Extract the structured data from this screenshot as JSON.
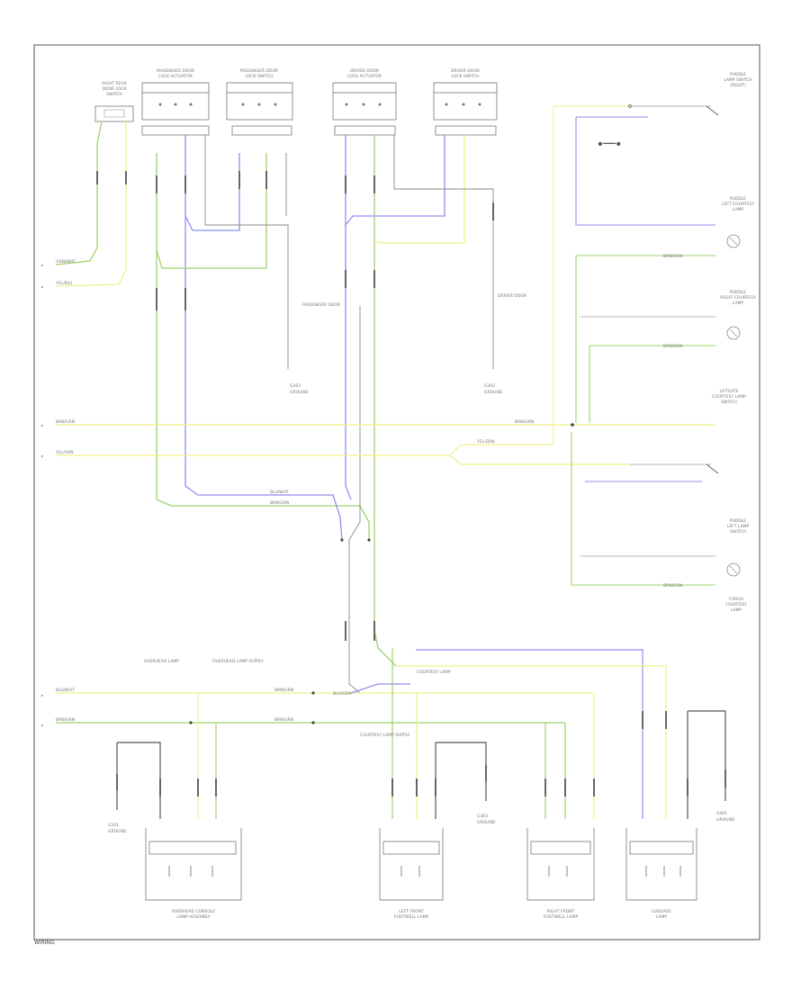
{
  "footer": {
    "code": "WIRING"
  },
  "colors": {
    "green": "#9ed36a",
    "yellow": "#f0f08a",
    "blue": "#8f8ff0",
    "grey": "#8a8a8a",
    "black": "#222222",
    "frame": "#555555"
  },
  "top_components": {
    "c1": {
      "line1": "RIGHT REAR",
      "line2": "DOOR LOCK",
      "line3": "SWITCH"
    },
    "c2": {
      "line1": "PASSENGER DOOR",
      "line2": "LOCK ACTUATOR"
    },
    "c3": {
      "line1": "PASSENGER DOOR",
      "line2": "LOCK SWITCH"
    },
    "c4": {
      "line1": "DRIVER DOOR",
      "line2": "LOCK ACTUATOR"
    },
    "c5": {
      "line1": "DRIVER DOOR",
      "line2": "LOCK SWITCH"
    }
  },
  "right_components": {
    "r1": {
      "line1": "PUDDLE",
      "line2": "LAMP SWITCH",
      "line3": "(RIGHT)"
    },
    "r2": {
      "line1": "PUDDLE",
      "line2": "LEFT COURTESY",
      "line3": "LAMP"
    },
    "r3": {
      "line1": "PUDDLE",
      "line2": "RIGHT COURTESY",
      "line3": "LAMP"
    },
    "r4": {
      "line1": "LIFTGATE",
      "line2": "COURTESY LAMP",
      "line3": "SWITCH"
    },
    "r5": {
      "line1": "PUDDLE",
      "line2": "LEFT LAMP",
      "line3": "SWITCH"
    },
    "r6": {
      "line1": "CARGO",
      "line2": "COURTESY",
      "line3": "LAMP"
    }
  },
  "bottom_components": {
    "b1": {
      "line1": "OVERHEAD CONSOLE",
      "line2": "LAMP ASSEMBLY"
    },
    "b2": {
      "line1": "LEFT FRONT",
      "line2": "FOOTWELL LAMP"
    },
    "b3": {
      "line1": "RIGHT FRONT",
      "line2": "FOOTWELL LAMP"
    },
    "b4": {
      "line1": "LUGGAGE",
      "line2": "LAMP"
    }
  },
  "grounds": {
    "g1": {
      "line1": "G203",
      "line2": "GROUND"
    },
    "g2": {
      "line1": "G302",
      "line2": "GROUND"
    },
    "g3": {
      "line1": "G101",
      "line2": "GROUND"
    },
    "g4": {
      "line1": "G303",
      "line2": "GROUND"
    },
    "g5": {
      "line1": "G401",
      "line2": "GROUND"
    }
  },
  "wire_labels": {
    "w1": "GRN/WHT",
    "w2": "YEL/BLU",
    "w3": "BRN/GRN",
    "w4": "YEL/GRN",
    "w5": "BRN/GRN",
    "w6": "YEL/GRN",
    "w7": "BLU/WHT",
    "w8": "BRN/GRN",
    "w9": "BRN/GRN",
    "w10": "BRN/GRN",
    "w11": "BRN/GRN",
    "w12": "BLU/WHT",
    "w13": "BRN/GRN",
    "w14": "BRN/GRN",
    "w15": "BLU/GRN",
    "w16": "BRN/GRN"
  },
  "notes": {
    "n1": "PASSENGER DOOR",
    "n2": "DRIVER DOOR",
    "n3": "OVERHEAD LAMP",
    "n4": "OVERHEAD LAMP SUPPLY",
    "n5": "COURTESY LAMP",
    "n6": "COURTESY LAMP SUPPLY"
  }
}
